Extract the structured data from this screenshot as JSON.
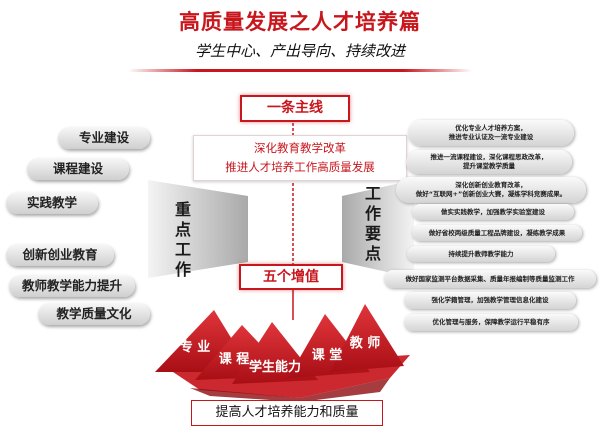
{
  "header": {
    "title": "高质量发展之人才培养篇",
    "subtitle": "学生中心、产出导向、持续改进"
  },
  "main_line": {
    "label": "一条主线",
    "lines": [
      "深化教育教学改革",
      "推进人才培养工作高质量发展"
    ]
  },
  "left_items": [
    "专业建设",
    "课程建设",
    "实践教学",
    "创新创业教育",
    "教师教学能力提升",
    "教学质量文化"
  ],
  "focus_label": [
    "重",
    "点",
    "工",
    "作"
  ],
  "key_label": [
    "工",
    "作",
    "要",
    "点"
  ],
  "right_items": [
    [
      "优化专业人才培养方案，",
      "推进专业认证及一流专业建设"
    ],
    [
      "推进一流课程建设，深化课程思政改革，",
      "提升课堂教学质量"
    ],
    [
      "深化创新创业教育改革，",
      "做好“互联网+”创新创业大赛，凝练学科竞赛成果。"
    ],
    [
      "做实实践教学，加强教学实验室建设"
    ],
    [
      "做好省校两级质量工程品牌建设，凝练教学成果"
    ],
    [
      "持续提升教师教学能力"
    ],
    [
      "做好国家监测平台数据采集、质量年报编制等质量监测工作"
    ],
    [
      "强化学籍管理，加强教学管理信息化建设"
    ],
    [
      "优化管理与服务，保障教学运行平稳有序"
    ]
  ],
  "growth": {
    "label": "五个增值",
    "triangles": [
      "专 业",
      "课 程",
      "学生能力",
      "课 堂",
      "教 师"
    ]
  },
  "bottom": {
    "label": "提高人才培养能力和质量"
  },
  "colors": {
    "accent_red": "#c8161d",
    "triangle_red": "#c8161d",
    "pill_gray": "#d4d4d4"
  }
}
